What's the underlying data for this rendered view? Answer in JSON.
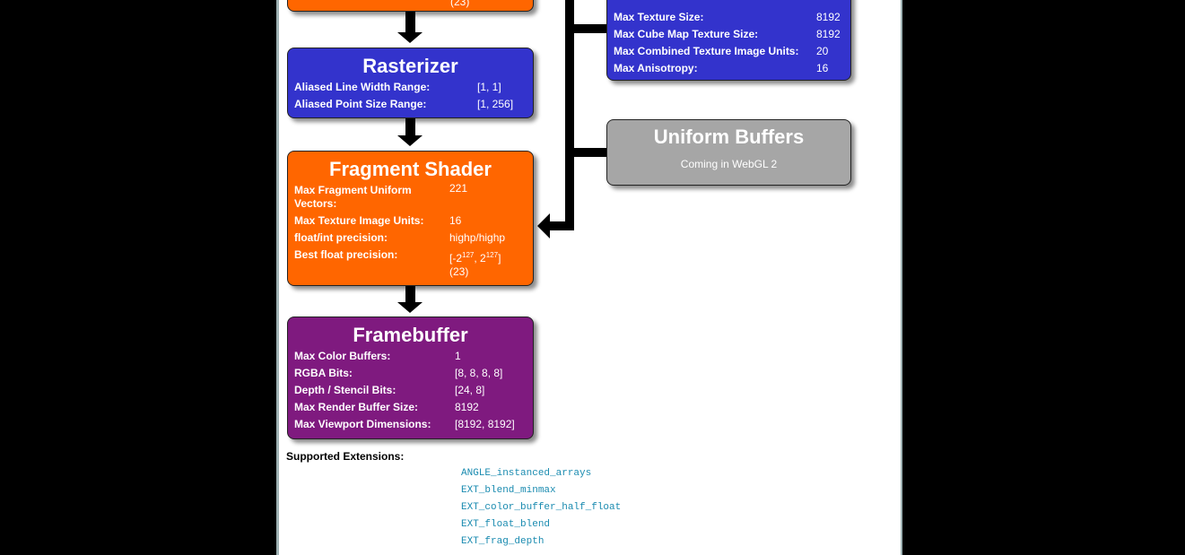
{
  "top_box": {
    "partial_value": "(23)"
  },
  "rasterizer": {
    "title": "Rasterizer",
    "rows": [
      {
        "label": "Aliased Line Width Range:",
        "value": "[1, 1]"
      },
      {
        "label": "Aliased Point Size Range:",
        "value": "[1, 256]"
      }
    ]
  },
  "fragment_shader": {
    "title": "Fragment Shader",
    "rows": [
      {
        "label": "Max Fragment Uniform Vectors:",
        "value": "221"
      },
      {
        "label": "Max Texture Image Units:",
        "value": "16"
      },
      {
        "label": "float/int precision:",
        "value": "highp/highp"
      },
      {
        "label": "Best float precision:",
        "value_prefix": "[-2",
        "exp1": "127",
        "value_mid": ", 2",
        "exp2": "127",
        "value_suffix": "]",
        "value_extra": "(23)"
      }
    ]
  },
  "framebuffer": {
    "title": "Framebuffer",
    "rows": [
      {
        "label": "Max Color Buffers:",
        "value": "1"
      },
      {
        "label": "RGBA Bits:",
        "value": "[8, 8, 8, 8]"
      },
      {
        "label": "Depth / Stencil Bits:",
        "value": "[24, 8]"
      },
      {
        "label": "Max Render Buffer Size:",
        "value": "8192"
      },
      {
        "label": "Max Viewport Dimensions:",
        "value": "[8192, 8192]"
      }
    ]
  },
  "textures": {
    "rows": [
      {
        "label": "Max Texture Size:",
        "value": "8192"
      },
      {
        "label": "Max Cube Map Texture Size:",
        "value": "8192"
      },
      {
        "label": "Max Combined Texture Image Units:",
        "value": "20"
      },
      {
        "label": "Max Anisotropy:",
        "value": "16"
      }
    ]
  },
  "uniform_buffers": {
    "title": "Uniform Buffers",
    "note": "Coming in WebGL 2"
  },
  "extensions": {
    "heading": "Supported Extensions:",
    "items": [
      "ANGLE_instanced_arrays",
      "EXT_blend_minmax",
      "EXT_color_buffer_half_float",
      "EXT_float_blend",
      "EXT_frag_depth"
    ]
  },
  "colors": {
    "vertex_orange": "#ff6600",
    "rasterizer_blue": "#3333cc",
    "framebuffer_purple": "#7f1a7f",
    "uniform_gray": "#a6a6a6",
    "extension_link": "#1a8bb0"
  }
}
